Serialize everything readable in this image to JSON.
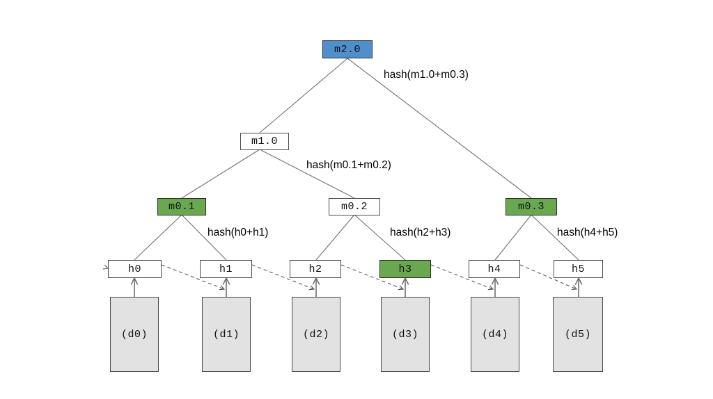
{
  "diagram": {
    "title": "merkle-tree-diagram",
    "background": "#ffffff",
    "colors": {
      "root_fill": "#4f8fcc",
      "highlight_fill": "#6aa84f",
      "plain_fill": "#ffffff",
      "data_fill": "#e2e2e2",
      "border": "#4a4a4a",
      "edge": "#6f6f6f",
      "text": "#111111"
    }
  },
  "nodes": {
    "root": {
      "label": "m2.0",
      "style": "blue"
    },
    "level1": [
      {
        "label": "m1.0",
        "style": "white"
      }
    ],
    "level2": [
      {
        "label": "m0.1",
        "style": "green"
      },
      {
        "label": "m0.2",
        "style": "white"
      },
      {
        "label": "m0.3",
        "style": "green"
      }
    ],
    "hashes": [
      {
        "label": "h0",
        "style": "white"
      },
      {
        "label": "h1",
        "style": "white"
      },
      {
        "label": "h2",
        "style": "white"
      },
      {
        "label": "h3",
        "style": "green"
      },
      {
        "label": "h4",
        "style": "white"
      },
      {
        "label": "h5",
        "style": "white"
      }
    ],
    "data_blocks": [
      {
        "label": "(d0)"
      },
      {
        "label": "(d1)"
      },
      {
        "label": "(d2)"
      },
      {
        "label": "(d3)"
      },
      {
        "label": "(d4)"
      },
      {
        "label": "(d5)"
      }
    ]
  },
  "edge_labels": [
    {
      "text": "hash(m1.0+m0.3)"
    },
    {
      "text": "hash(m0.1+m0.2)"
    },
    {
      "text": "hash(h0+h1)"
    },
    {
      "text": "hash(h2+h3)"
    },
    {
      "text": "hash(h4+h5)"
    }
  ]
}
